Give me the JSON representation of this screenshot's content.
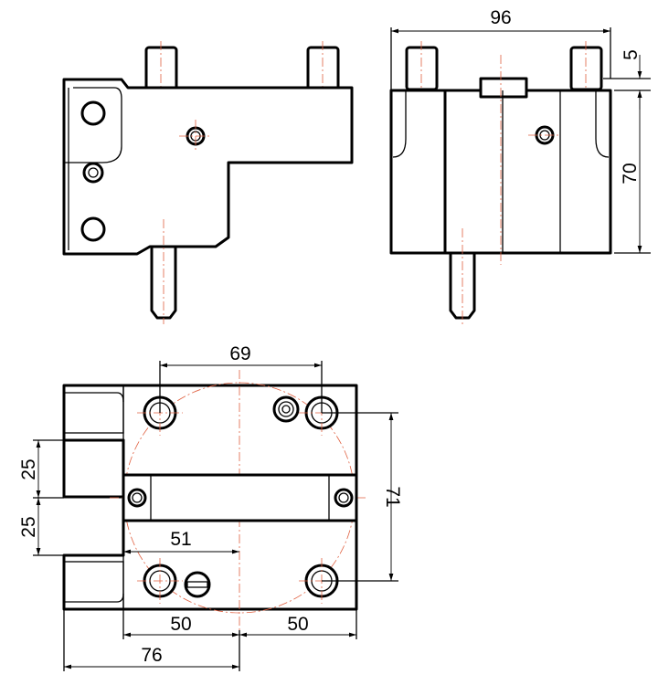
{
  "dimensions": {
    "overall_width": "96",
    "pin_height": "5",
    "body_height": "70",
    "hole_spacing": "69",
    "slot_offset_upper": "25",
    "slot_offset_lower": "25",
    "bore_offset": "51",
    "vertical_hole_spacing": "71",
    "half_width_left": "50",
    "half_width_right": "50",
    "overall_depth": "76"
  },
  "colors": {
    "outline": "#000000",
    "centerline": "#e06040",
    "background": "#ffffff"
  }
}
